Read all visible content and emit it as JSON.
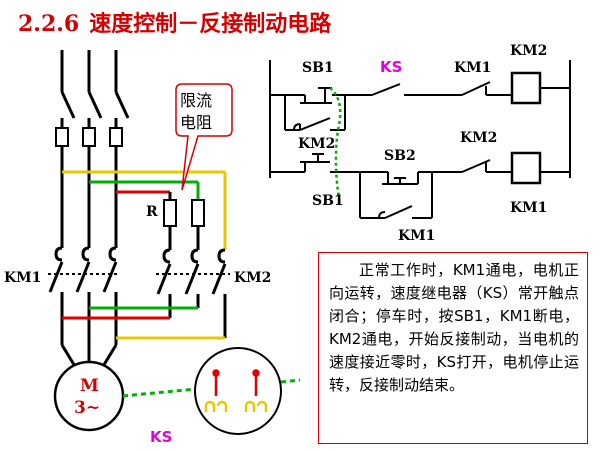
{
  "title": {
    "number": "2.2.6",
    "text": "速度控制－反接制动电路"
  },
  "labels": {
    "sb1_top": "SB1",
    "ks_top": "KS",
    "km1_coil_contact": "KM1",
    "km2_coil_label": "KM2",
    "km2_hold": "KM2",
    "km2_contact": "KM2",
    "sb2": "SB2",
    "sb1_bottom": "SB1",
    "km1_hold": "KM1",
    "km1_coil_label": "KM1",
    "r": "R",
    "km1_main": "KM1",
    "km2_main": "KM2",
    "motor_m": "M",
    "motor_phase": "3~",
    "ks_bottom": "KS",
    "callout_line1": "限流",
    "callout_line2": "电阻"
  },
  "description": "正常工作时，KM1通电，电机正向运转，速度继电器（KS）常开触点闭合；停车时，按SB1，KM1断电，KM2通电，开始反接制动，当电机的速度接近零时，KS打开，电机停止运转，反接制动结束。",
  "colors": {
    "title": "#d40000",
    "ks": "#e000e0",
    "yellow_wire": "#e8c800",
    "green_wire": "#00b000",
    "red_wire": "#e00000",
    "border": "#d40000"
  }
}
